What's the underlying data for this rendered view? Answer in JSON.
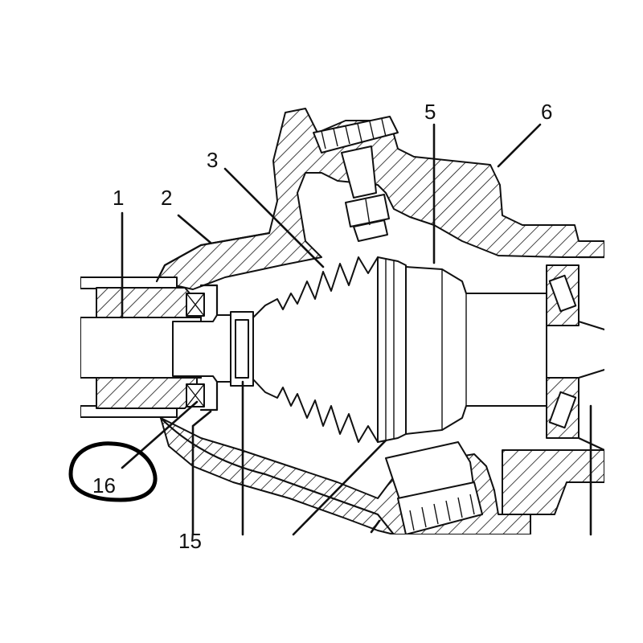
{
  "callouts": {
    "c1": "1",
    "c2": "2",
    "c3": "3",
    "c5": "5",
    "c6": "6",
    "c15": "15",
    "c16": "16"
  },
  "colors": {
    "line": "#111111",
    "background": "#ffffff"
  }
}
